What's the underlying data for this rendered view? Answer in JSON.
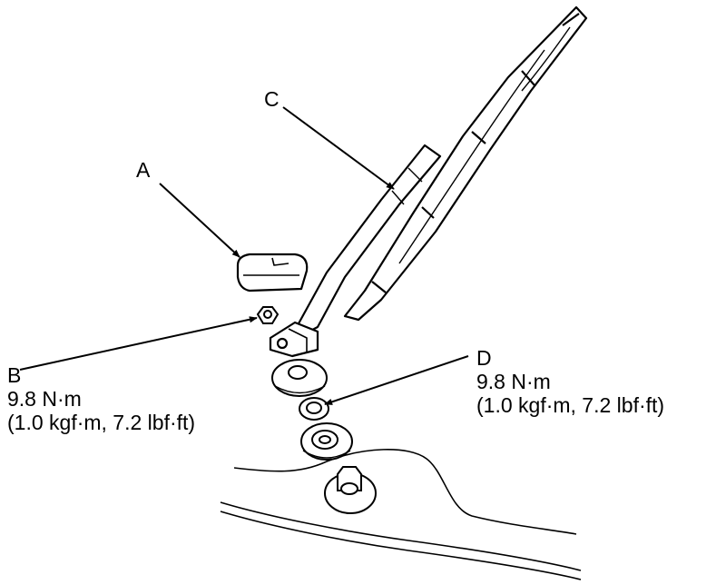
{
  "callouts": {
    "a": {
      "letter": "A"
    },
    "b": {
      "letter": "B",
      "torque_nm": "9.8 N·m",
      "torque_alt": "(1.0 kgf·m, 7.2 lbf·ft)"
    },
    "c": {
      "letter": "C"
    },
    "d": {
      "letter": "D",
      "torque_nm": "9.8 N·m",
      "torque_alt": "(1.0 kgf·m, 7.2 lbf·ft)"
    }
  }
}
